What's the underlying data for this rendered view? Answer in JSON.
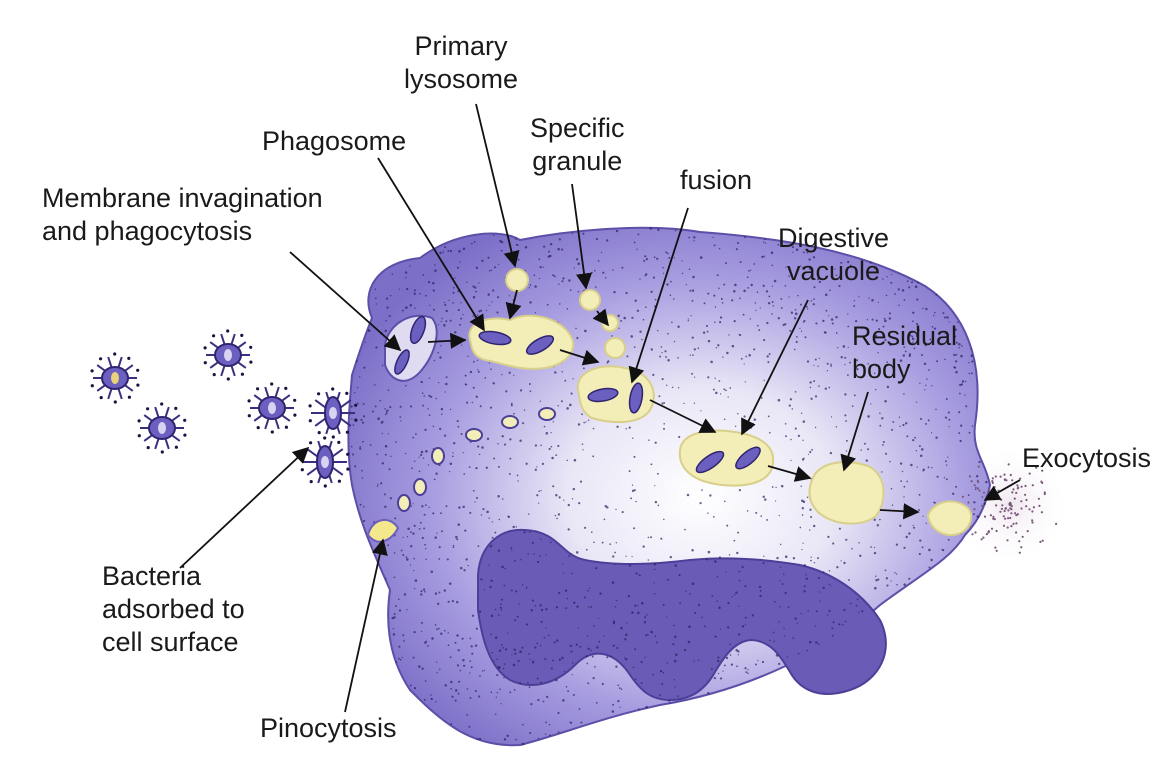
{
  "labels": {
    "primary_lysosome": [
      "Primary",
      "lysosome"
    ],
    "phagosome": "Phagosome",
    "specific_granule": [
      "Specific",
      "granule"
    ],
    "fusion": "fusion",
    "membrane": [
      "Membrane invagination",
      "and phagocytosis"
    ],
    "digestive_vacuole": [
      "Digestive",
      "vacuole"
    ],
    "residual_body": [
      "Residual",
      "body"
    ],
    "exocytosis": "Exocytosis",
    "bacteria": [
      "Bacteria",
      "adsorbed to",
      "cell surface"
    ],
    "pinocytosis": "Pinocytosis"
  },
  "colors": {
    "cytoplasm": "#8b7fd1",
    "cytoplasm_light": "#e8e5f5",
    "nucleus": "#6a5bb7",
    "vesicle": "#f3edb8",
    "bacteria": "#6b5fc0",
    "stipple": "#2b2060",
    "arrow": "#111111"
  }
}
